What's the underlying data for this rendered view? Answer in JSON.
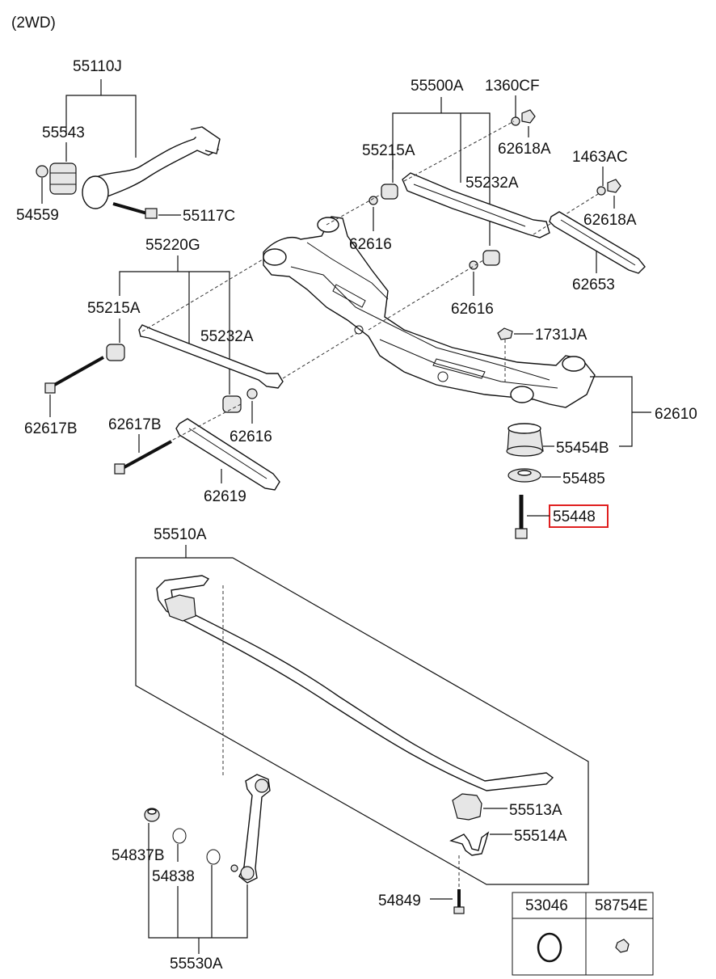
{
  "title": "(2WD)",
  "highlight_color": "#e02020",
  "labels": {
    "p55110J": "55110J",
    "p55543": "55543",
    "p54559": "54559",
    "p55117C": "55117C",
    "p55220G": "55220G",
    "p55215A_l": "55215A",
    "p55232A_l": "55232A",
    "p62617B_a": "62617B",
    "p62617B_b": "62617B",
    "p62616_l": "62616",
    "p62619": "62619",
    "p55500A": "55500A",
    "p1360CF": "1360CF",
    "p62618A_a": "62618A",
    "p55215A_r": "55215A",
    "p55232A_r": "55232A",
    "p1463AC": "1463AC",
    "p62618A_b": "62618A",
    "p62616_a": "62616",
    "p62616_b": "62616",
    "p62653": "62653",
    "p1731JA": "1731JA",
    "p62610": "62610",
    "p55454B": "55454B",
    "p55485": "55485",
    "p55448": "55448",
    "p55510A": "55510A",
    "p55513A": "55513A",
    "p55514A": "55514A",
    "p54837B": "54837B",
    "p54838": "54838",
    "p54849": "54849",
    "p55530A": "55530A"
  },
  "legend_table": {
    "headers": [
      "53046",
      "58754E"
    ]
  }
}
